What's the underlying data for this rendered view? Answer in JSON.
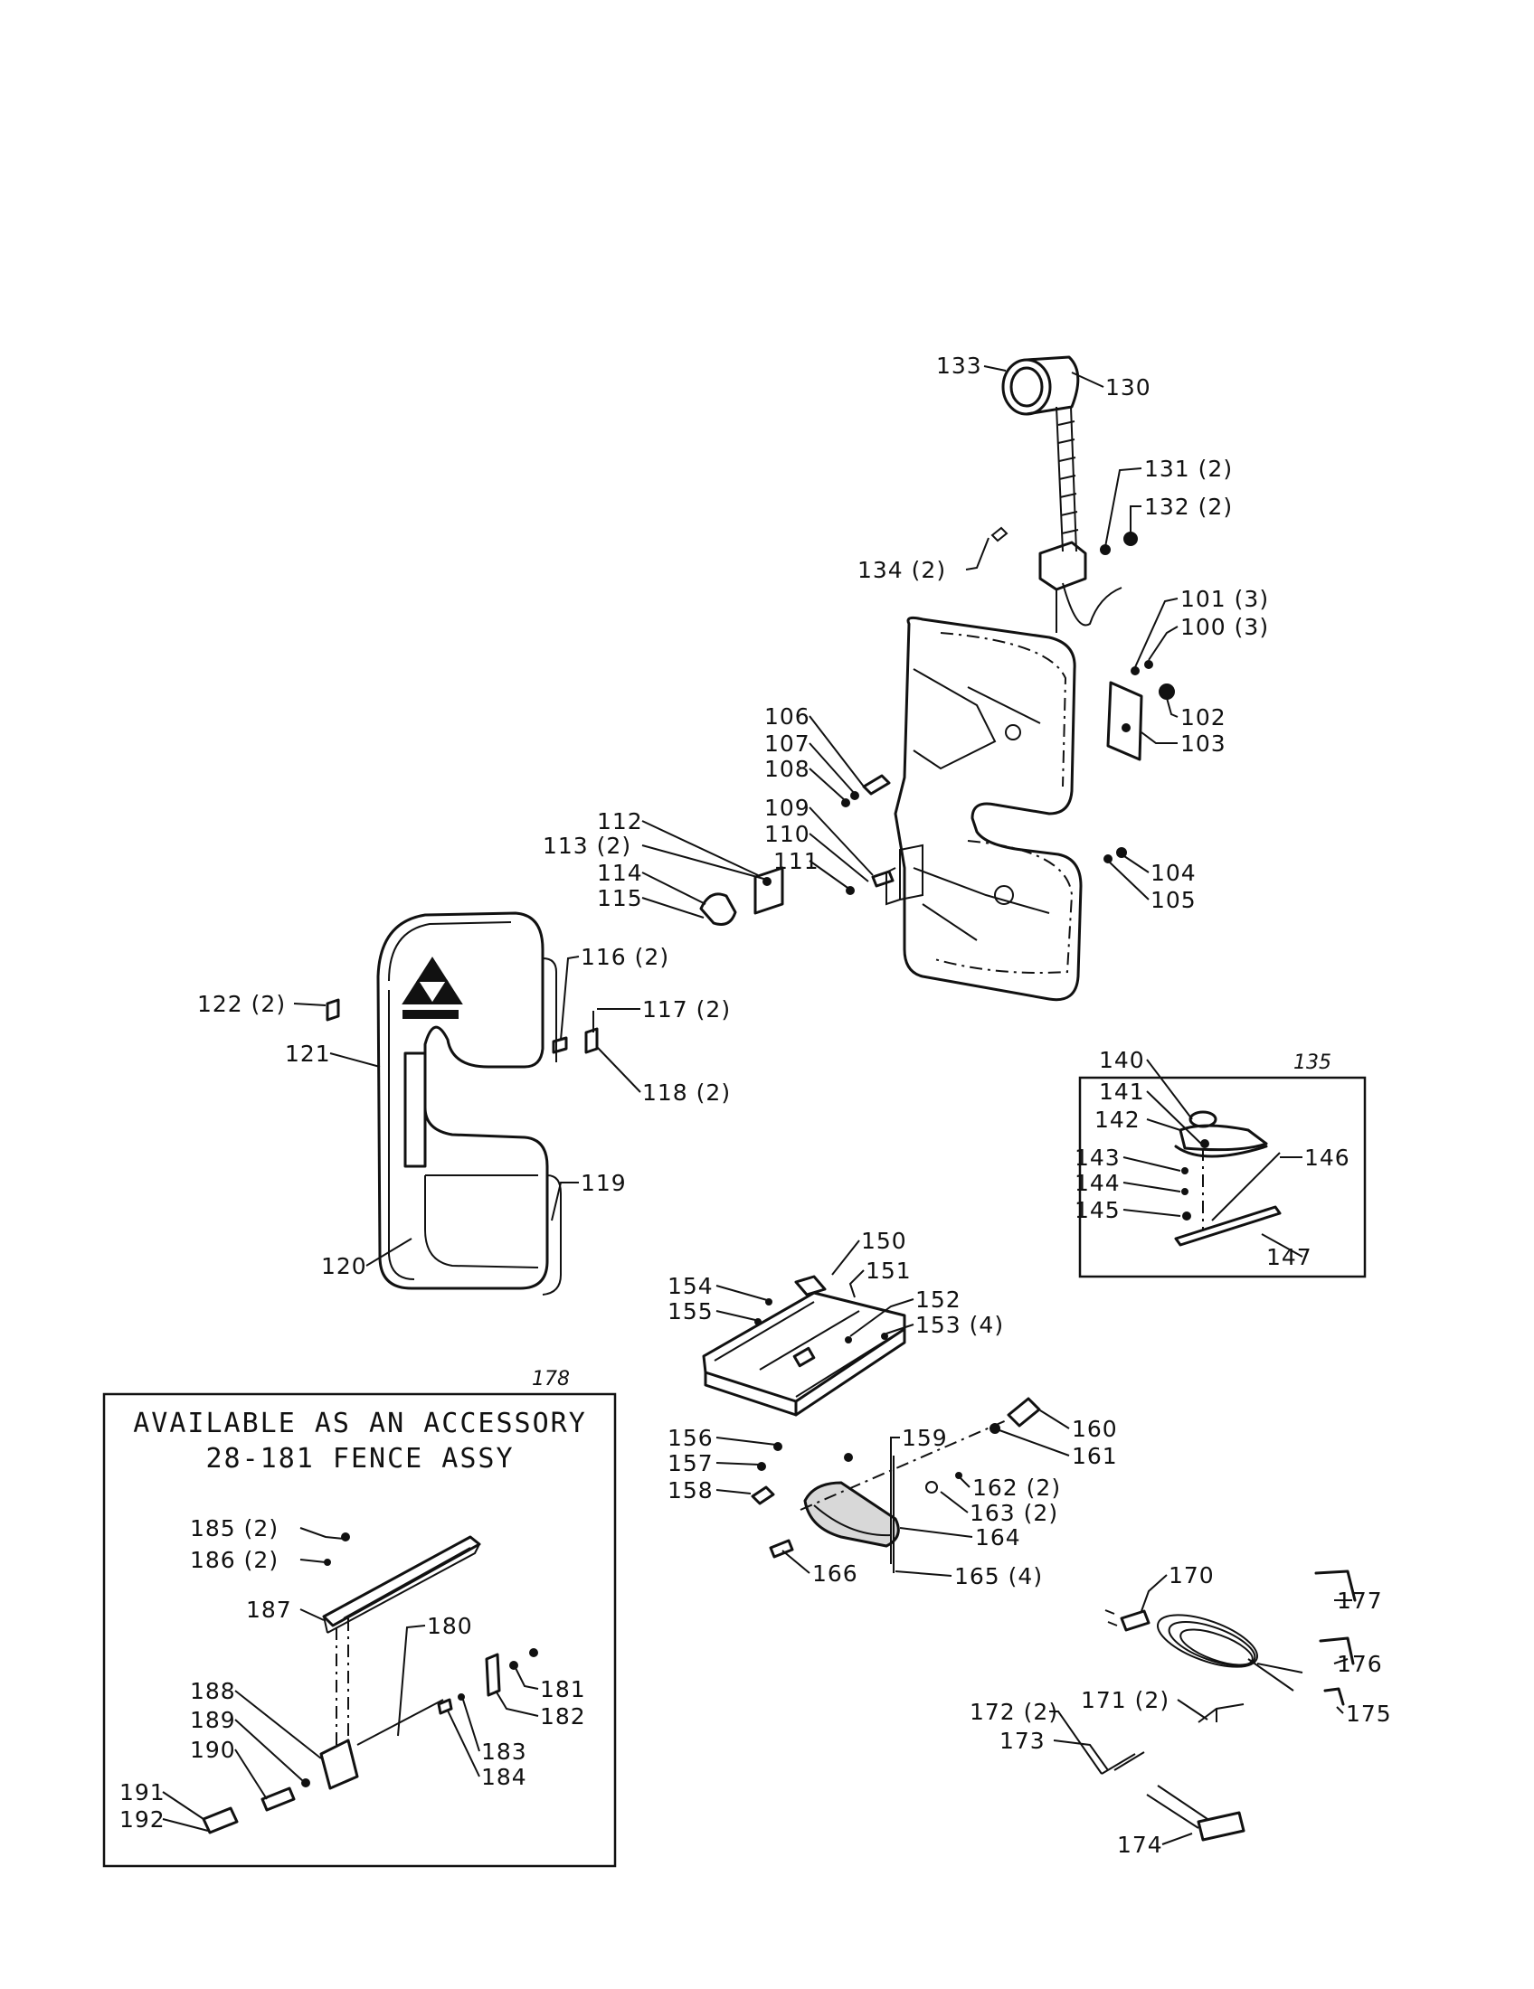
{
  "accessory_box": {
    "line1": "AVAILABLE AS AN ACCESSORY",
    "line2": "28-181 FENCE ASSY",
    "ref": "178"
  },
  "light_kit_box": {
    "ref": "135"
  },
  "labels": [
    {
      "id": "133",
      "text": "133"
    },
    {
      "id": "130",
      "text": "130"
    },
    {
      "id": "131",
      "text": "131 (2)"
    },
    {
      "id": "132",
      "text": "132 (2)"
    },
    {
      "id": "134",
      "text": "134 (2)"
    },
    {
      "id": "101",
      "text": "101 (3)"
    },
    {
      "id": "100",
      "text": "100 (3)"
    },
    {
      "id": "102",
      "text": "102"
    },
    {
      "id": "103",
      "text": "103"
    },
    {
      "id": "106",
      "text": "106"
    },
    {
      "id": "107",
      "text": "107"
    },
    {
      "id": "108",
      "text": "108"
    },
    {
      "id": "109",
      "text": "109"
    },
    {
      "id": "110",
      "text": "110"
    },
    {
      "id": "111",
      "text": "111"
    },
    {
      "id": "112",
      "text": "112"
    },
    {
      "id": "113",
      "text": "113 (2)"
    },
    {
      "id": "114",
      "text": "114"
    },
    {
      "id": "115",
      "text": "115"
    },
    {
      "id": "104",
      "text": "104"
    },
    {
      "id": "105",
      "text": "105"
    },
    {
      "id": "116",
      "text": "116 (2)"
    },
    {
      "id": "117",
      "text": "117 (2)"
    },
    {
      "id": "118",
      "text": "118 (2)"
    },
    {
      "id": "122",
      "text": "122 (2)"
    },
    {
      "id": "121",
      "text": "121"
    },
    {
      "id": "119",
      "text": "119"
    },
    {
      "id": "120",
      "text": "120"
    },
    {
      "id": "140",
      "text": "140"
    },
    {
      "id": "141",
      "text": "141"
    },
    {
      "id": "142",
      "text": "142"
    },
    {
      "id": "143",
      "text": "143"
    },
    {
      "id": "144",
      "text": "144"
    },
    {
      "id": "145",
      "text": "145"
    },
    {
      "id": "146",
      "text": "146"
    },
    {
      "id": "147",
      "text": "147"
    },
    {
      "id": "150",
      "text": "150"
    },
    {
      "id": "151",
      "text": "151"
    },
    {
      "id": "152",
      "text": "152"
    },
    {
      "id": "153",
      "text": "153 (4)"
    },
    {
      "id": "154",
      "text": "154"
    },
    {
      "id": "155",
      "text": "155"
    },
    {
      "id": "156",
      "text": "156"
    },
    {
      "id": "157",
      "text": "157"
    },
    {
      "id": "158",
      "text": "158"
    },
    {
      "id": "159",
      "text": "159"
    },
    {
      "id": "160",
      "text": "160"
    },
    {
      "id": "161",
      "text": "161"
    },
    {
      "id": "162",
      "text": "162 (2)"
    },
    {
      "id": "163",
      "text": "163 (2)"
    },
    {
      "id": "164",
      "text": "164"
    },
    {
      "id": "165",
      "text": "165 (4)"
    },
    {
      "id": "166",
      "text": "166"
    },
    {
      "id": "170",
      "text": "170"
    },
    {
      "id": "171",
      "text": "171 (2)"
    },
    {
      "id": "172",
      "text": "172 (2)"
    },
    {
      "id": "173",
      "text": "173"
    },
    {
      "id": "174",
      "text": "174"
    },
    {
      "id": "175",
      "text": "175"
    },
    {
      "id": "176",
      "text": "176"
    },
    {
      "id": "177",
      "text": "177"
    },
    {
      "id": "180",
      "text": "180"
    },
    {
      "id": "181",
      "text": "181"
    },
    {
      "id": "182",
      "text": "182"
    },
    {
      "id": "183",
      "text": "183"
    },
    {
      "id": "184",
      "text": "184"
    },
    {
      "id": "185",
      "text": "185 (2)"
    },
    {
      "id": "186",
      "text": "186 (2)"
    },
    {
      "id": "187",
      "text": "187"
    },
    {
      "id": "188",
      "text": "188"
    },
    {
      "id": "189",
      "text": "189"
    },
    {
      "id": "190",
      "text": "190"
    },
    {
      "id": "191",
      "text": "191"
    },
    {
      "id": "192",
      "text": "192"
    }
  ]
}
